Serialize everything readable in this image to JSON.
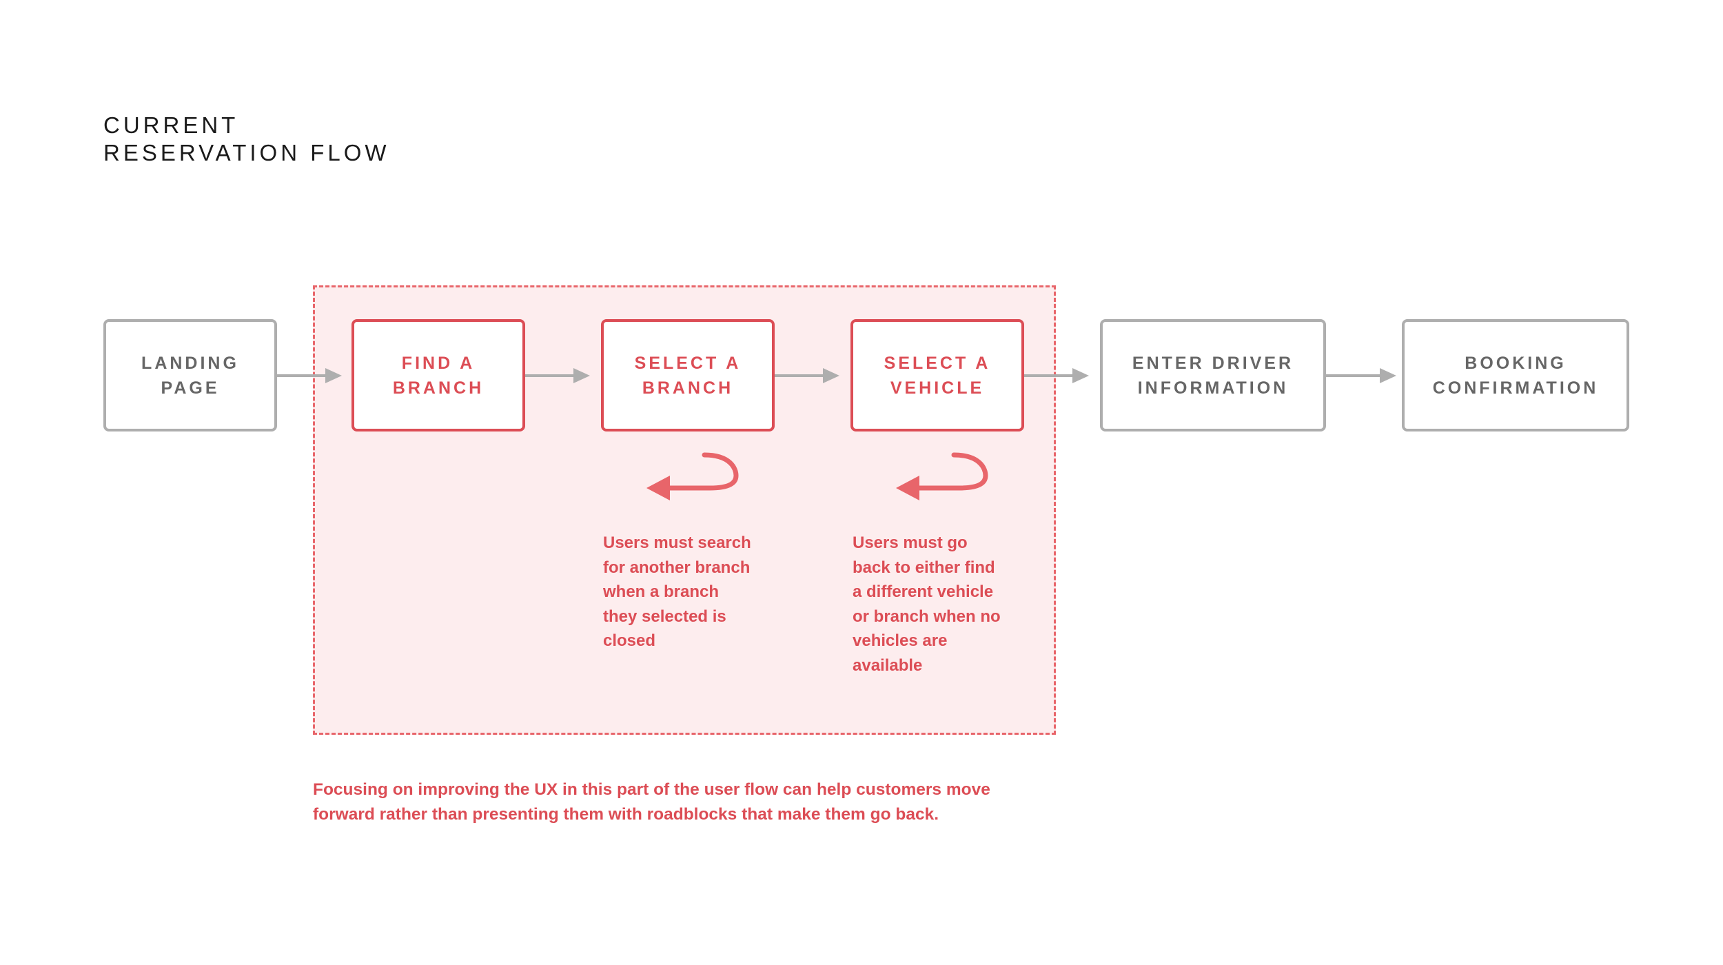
{
  "title": {
    "line1": "CURRENT",
    "line2": "RESERVATION FLOW"
  },
  "steps": [
    {
      "line1": "LANDING",
      "line2": "PAGE",
      "highlighted": false
    },
    {
      "line1": "FIND A",
      "line2": "BRANCH",
      "highlighted": true
    },
    {
      "line1": "SELECT A",
      "line2": "BRANCH",
      "highlighted": true
    },
    {
      "line1": "SELECT A",
      "line2": "VEHICLE",
      "highlighted": true
    },
    {
      "line1": "ENTER DRIVER",
      "line2": "INFORMATION",
      "highlighted": false
    },
    {
      "line1": "BOOKING",
      "line2": "CONFIRMATION",
      "highlighted": false
    }
  ],
  "notes": [
    {
      "lines": [
        "Users must search",
        "for another branch",
        "when a branch",
        "they selected is",
        "closed"
      ]
    },
    {
      "lines": [
        "Users must go",
        "back to either find",
        "a different vehicle",
        "or branch when no",
        "vehicles are",
        "available"
      ]
    }
  ],
  "footer": {
    "line1": "Focusing on improving the UX in this part of the user flow can help customers move",
    "line2": "forward rather than presenting them with roadblocks that make them go back."
  },
  "colors": {
    "accent": "#dc4d55",
    "neutral_border": "#aeaeae",
    "neutral_text": "#666666",
    "region_fill": "#fdedee"
  },
  "icons": {
    "flow_connector": "arrow-right-icon",
    "back_loop": "return-arrow-icon"
  }
}
